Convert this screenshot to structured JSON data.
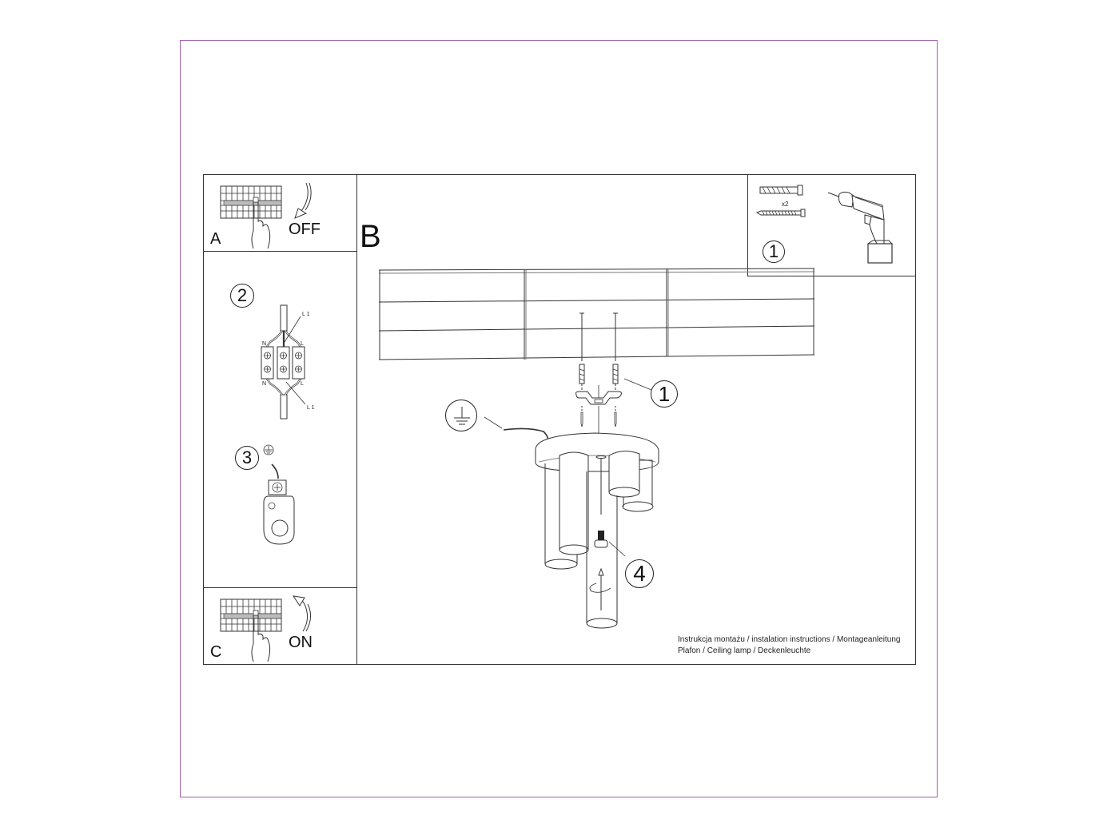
{
  "document": {
    "frame_color": "#a060a8",
    "line_color": "#333333"
  },
  "panels": {
    "step_a": {
      "letter": "A",
      "action_label": "OFF",
      "icon": "circuit-breaker-switch-off"
    },
    "step_b": {
      "letter": "B"
    },
    "step_c": {
      "letter": "C",
      "action_label": "ON",
      "icon": "circuit-breaker-switch-on"
    },
    "tools": {
      "step_number": "1",
      "quantity_label": "x2",
      "icons": [
        "wall-plug-anchor",
        "screw",
        "power-drill"
      ]
    }
  },
  "steps": {
    "wiring": {
      "number": "2",
      "labels": {
        "top_right": "L 1",
        "left_top": "N",
        "right_top": "L",
        "left_bottom": "N",
        "right_bottom": "L",
        "bottom_right": "L 1"
      }
    },
    "ground": {
      "number": "3",
      "icon": "earth-ground-symbol"
    },
    "mounting": {
      "number": "1"
    },
    "bulb": {
      "number": "4"
    },
    "ground_callout": {
      "icon": "earth-ground-symbol"
    }
  },
  "footer": {
    "line1": "Instrukcja montażu / instalation instructions / Montageanleitung",
    "line2": "Plafon / Ceiling lamp / Deckenleuchte"
  }
}
